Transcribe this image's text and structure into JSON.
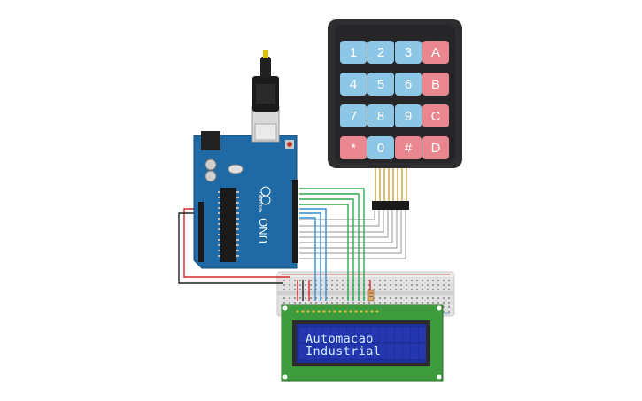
{
  "keypad": {
    "rows": [
      [
        {
          "label": "1",
          "color": "blue"
        },
        {
          "label": "2",
          "color": "blue"
        },
        {
          "label": "3",
          "color": "blue"
        },
        {
          "label": "A",
          "color": "red"
        }
      ],
      [
        {
          "label": "4",
          "color": "blue"
        },
        {
          "label": "5",
          "color": "blue"
        },
        {
          "label": "6",
          "color": "blue"
        },
        {
          "label": "B",
          "color": "red"
        }
      ],
      [
        {
          "label": "7",
          "color": "blue"
        },
        {
          "label": "8",
          "color": "blue"
        },
        {
          "label": "9",
          "color": "blue"
        },
        {
          "label": "C",
          "color": "red"
        }
      ],
      [
        {
          "label": "*",
          "color": "red"
        },
        {
          "label": "0",
          "color": "blue"
        },
        {
          "label": "#",
          "color": "red"
        },
        {
          "label": "D",
          "color": "red"
        }
      ]
    ]
  },
  "lcd": {
    "line1": "Automacao",
    "line2": "Industrial"
  },
  "arduino": {
    "model": "UNO",
    "brand": "ARDUINO"
  },
  "colors": {
    "board": "#1f6aa5",
    "breadboard": "#dedede",
    "lcd_pcb": "#3d9a3d",
    "lcd_screen": "#1d2f9c",
    "wire_green": "#2fa84f",
    "wire_blue": "#2d8fd6",
    "wire_gray": "#a0a0a0",
    "wire_red": "#d8262c",
    "wire_black": "#222222"
  }
}
